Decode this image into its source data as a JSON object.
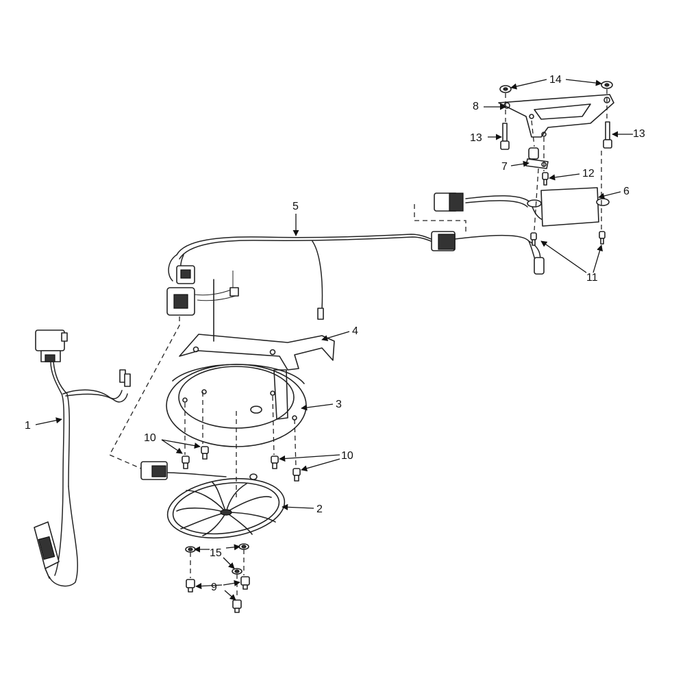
{
  "callouts": {
    "c1": "1",
    "c2": "2",
    "c3": "3",
    "c4": "4",
    "c5": "5",
    "c6": "6",
    "c7": "7",
    "c8": "8",
    "c9": "9",
    "c10a": "10",
    "c10b": "10",
    "c11": "11",
    "c12": "12",
    "c13a": "13",
    "c13b": "13",
    "c14": "14",
    "c15": "15"
  },
  "colors": {
    "line": "#222222",
    "background": "#ffffff"
  }
}
